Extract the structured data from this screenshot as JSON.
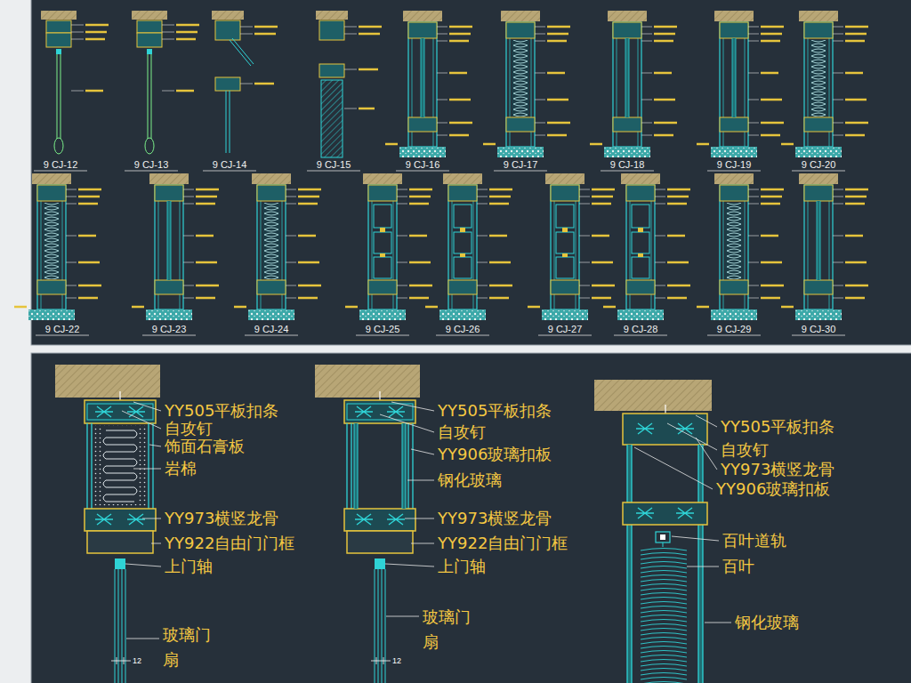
{
  "diagram": {
    "labels": [
      "9 CJ-12",
      "9 CJ-13",
      "9 CJ-14",
      "9 CJ-15",
      "9 CJ-16",
      "9 CJ-17",
      "9 CJ-18",
      "9 CJ-19",
      "9 CJ-20",
      "9 CJ-22",
      "9 CJ-23",
      "9 CJ-24",
      "9 CJ-25",
      "9 CJ-26",
      "9 CJ-27",
      "9 CJ-28",
      "9 CJ-29",
      "9 CJ-30",
      "YY505平板扣条",
      "自攻钉",
      "饰面石膏板",
      "岩棉",
      "YY973横竖龙骨",
      "YY922自由门门框",
      "上门轴",
      "玻璃门 扇",
      "12",
      "YY505平板扣条",
      "自攻钉",
      "YY906玻璃扣板",
      "钢化玻璃",
      "YY973横竖龙骨",
      "YY922自由门门框",
      "上门轴",
      "玻璃门 扇",
      "12",
      "YY505平板扣条",
      "自攻钉",
      "YY973横竖龙骨",
      "YY906玻璃扣板",
      "百叶道轨",
      "百叶",
      "钢化玻璃"
    ]
  }
}
